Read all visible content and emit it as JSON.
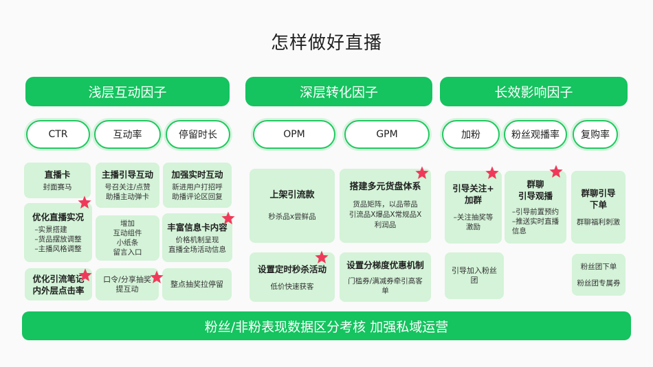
{
  "title": "怎样做好直播",
  "headers": [
    "浅层互动因子",
    "深层转化因子",
    "长效影响因子"
  ],
  "pills": [
    "CTR",
    "互动率",
    "停留时长",
    "OPM",
    "GPM",
    "加粉",
    "粉丝观播率",
    "复购率"
  ],
  "boxes": {
    "b1": {
      "t": "直播卡",
      "d": "封面赛马"
    },
    "b2": {
      "t": "主播引导互动",
      "d": "号召关注/点赞\n助播主动弹卡"
    },
    "b3": {
      "t": "加强实时互动",
      "d": "新进用户打招呼\n助播评论区回复"
    },
    "b4": {
      "t": "优化直播实况",
      "d": "–实景搭建\n–货品摆放调整\n–主播风格调整"
    },
    "b5": {
      "t": "",
      "d": "增加\n互动组件\n小纸条\n留言入口"
    },
    "b6": {
      "t": "丰富信息卡内容",
      "d": "价格机制呈现\n直播全场活动信息"
    },
    "b7": {
      "t": "优化引流笔记\n内外层点击率",
      "d": ""
    },
    "b8": {
      "t": "",
      "d": "口令/分享抽奖\n提互动"
    },
    "b9": {
      "t": "",
      "d": "整点抽奖拉停留"
    },
    "b10": {
      "t": "上架引流款",
      "d": "秒杀品x尝鲜品"
    },
    "b11": {
      "t": "搭建多元货盘体系",
      "d": "货品矩阵，以品带品\n引流品X爆品X常规品X\n利润品"
    },
    "b12": {
      "t": "设置定时秒杀活动",
      "d": "低价快速获客"
    },
    "b13": {
      "t": "设置分梯度优惠机制",
      "d": "门槛券/满减券牵引高客\n单"
    },
    "b14": {
      "t": "引导关注+\n加群",
      "d": "–关注抽奖等\n激励"
    },
    "b15": {
      "t": "群聊\n引导观播",
      "d": "–引导前置预约\n–推送实时直播\n信息"
    },
    "b16": {
      "t": "群聊引导\n下单",
      "d": "群聊福利刺激"
    },
    "b17": {
      "t": "",
      "d": "引导加入粉丝\n团"
    },
    "b18": {
      "t": "",
      "d": "粉丝团下单\n\n粉丝团专属券"
    }
  },
  "footer": "粉丝/非粉表现数据区分考核 加强私域运营",
  "colors": {
    "accent": "#15c35f",
    "box": "#d4f3d8",
    "star": "#f0395a"
  }
}
